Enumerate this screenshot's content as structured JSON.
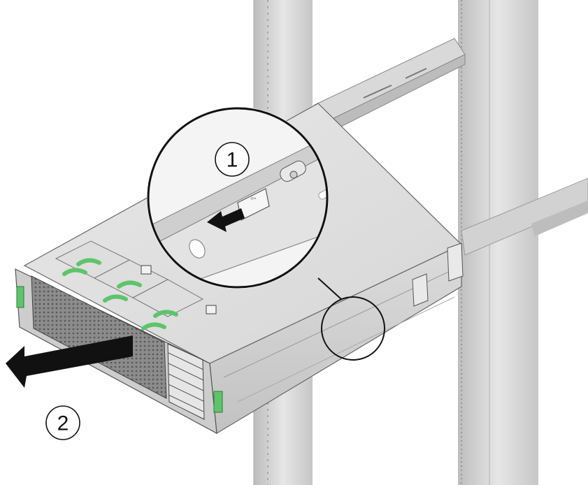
{
  "callouts": [
    {
      "number": "1",
      "description": "release-tab"
    },
    {
      "number": "2",
      "description": "pull-server-out"
    }
  ],
  "colors": {
    "rack_post": "#d4d4d4",
    "rail": "#c8c8c8",
    "chassis_top": "#e2e2e2",
    "chassis_front": "#cfcfcf",
    "handle_green": "#5ec46b",
    "arrow": "#111111",
    "outline": "#333333"
  },
  "icons": [
    "pull-arrow-icon",
    "push-arrow-icon",
    "release-tab-icon"
  ]
}
